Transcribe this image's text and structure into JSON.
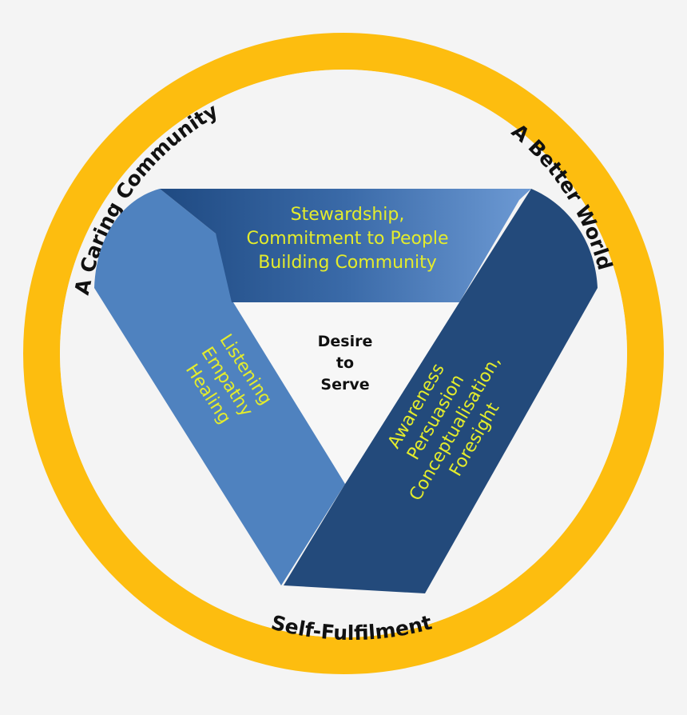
{
  "ring": {
    "left_label": "A Caring Community",
    "right_label": "A Better World",
    "bottom_label": "Self-Fulfilment",
    "ring_color": "#fdbd0f"
  },
  "top_band": {
    "lines": [
      "Stewardship,",
      "Commitment to People",
      "Building Community"
    ],
    "color": "#2c5c97"
  },
  "left_band": {
    "lines": [
      "Listening",
      "Empathy",
      "Healing"
    ],
    "color": "#4f82bf"
  },
  "right_band": {
    "lines": [
      "Awareness",
      "Persuasion",
      "Conceptualisation,",
      "Foresight"
    ],
    "color": "#234a7b"
  },
  "center": {
    "lines": [
      "Desire",
      "to",
      "Serve"
    ]
  },
  "text_color": "#e4ec2c"
}
